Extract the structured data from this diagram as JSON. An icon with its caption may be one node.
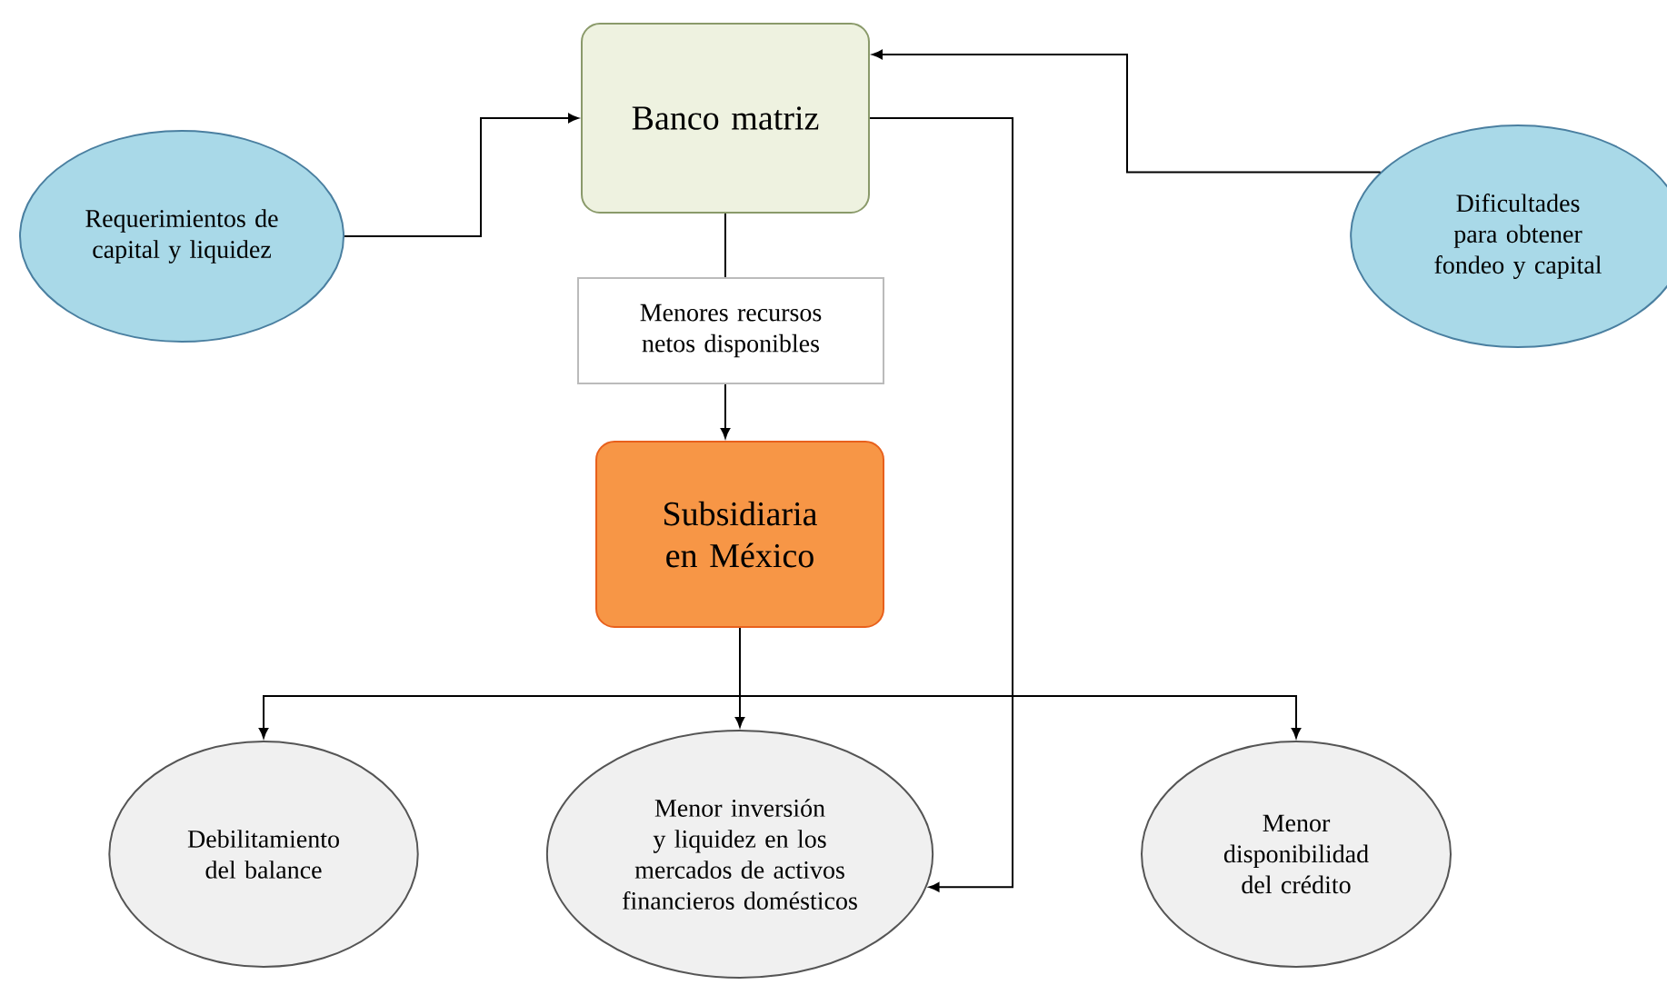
{
  "diagram": {
    "nodes": [
      {
        "text": [
          "Banco matriz"
        ]
      },
      {
        "text": [
          "Requerimientos de capital y liquidez"
        ]
      },
      {
        "text": [
          "Dificultades para obtener fondeo y capital"
        ]
      },
      {
        "text": [
          "Menores recursos netos disponibles"
        ]
      },
      {
        "text": [
          "Subsidiaria en México"
        ]
      },
      {
        "text": [
          "Debilitamiento del balance"
        ]
      },
      {
        "text": [
          "Menor inversión y liquidez en los mercados de activos financieros domésticos"
        ]
      },
      {
        "text": [
          "Menor disponibilidad del crédito"
        ]
      }
    ],
    "edges": [
      {
        "from": 1,
        "to": 0,
        "arrow": "to"
      },
      {
        "from": 2,
        "to": 0,
        "arrow": "to"
      },
      {
        "from": 0,
        "to": 3,
        "arrow": "none"
      },
      {
        "from": 3,
        "to": 4,
        "arrow": "to"
      },
      {
        "from": 0,
        "to": 6,
        "arrow": "to"
      },
      {
        "from": 4,
        "to": 5,
        "arrow": "to"
      },
      {
        "from": 4,
        "to": 6,
        "arrow": "to"
      },
      {
        "from": 4,
        "to": 7,
        "arrow": "to"
      }
    ]
  }
}
